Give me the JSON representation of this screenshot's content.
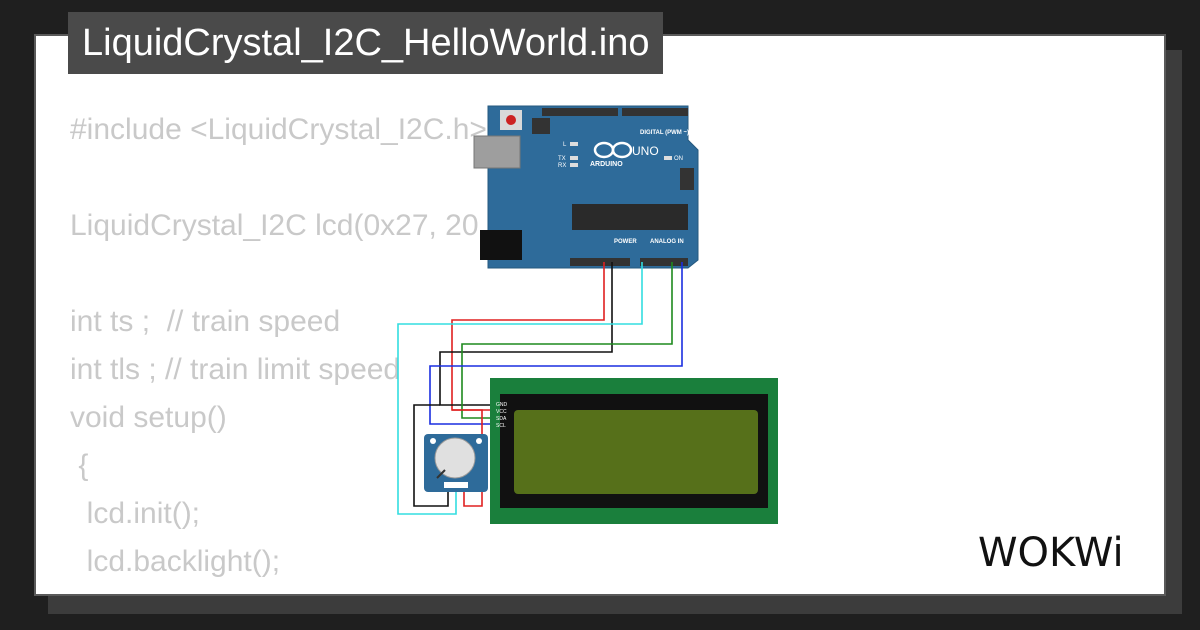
{
  "title": "LiquidCrystal_I2C_HelloWorld.ino",
  "code_lines": [
    "#include <LiquidCrystal_I2C.h>",
    "",
    "LiquidCrystal_I2C lcd(0x27, 20, 4);",
    "",
    "int ts ;  // train speed",
    "int tls ; // train limit speed",
    "void setup()",
    " {",
    "  lcd.init();",
    "  lcd.backlight();"
  ],
  "arduino": {
    "brand": "ARDUINO",
    "model": "UNO",
    "digital_label": "DIGITAL (PWM ~)",
    "power_label": "POWER",
    "analog_label": "ANALOG IN",
    "on_label": "ON",
    "led_labels": [
      "L",
      "TX",
      "RX"
    ]
  },
  "lcd_pins": [
    "GND",
    "VCC",
    "SDA",
    "SCL"
  ],
  "logo": "WOKWi",
  "colors": {
    "background": "#1f1f1f",
    "card": "#ffffff",
    "title_bg": "#4a4a4a",
    "code_text": "#c9c9c9",
    "arduino_board": "#2e6b9a",
    "lcd_bezel": "#1a7f3c",
    "lcd_screen": "#56701a",
    "wire_red": "#e02020",
    "wire_black": "#111111",
    "wire_green": "#1e8a1e",
    "wire_blue": "#1a2ee0",
    "wire_cyan": "#33dde0"
  }
}
